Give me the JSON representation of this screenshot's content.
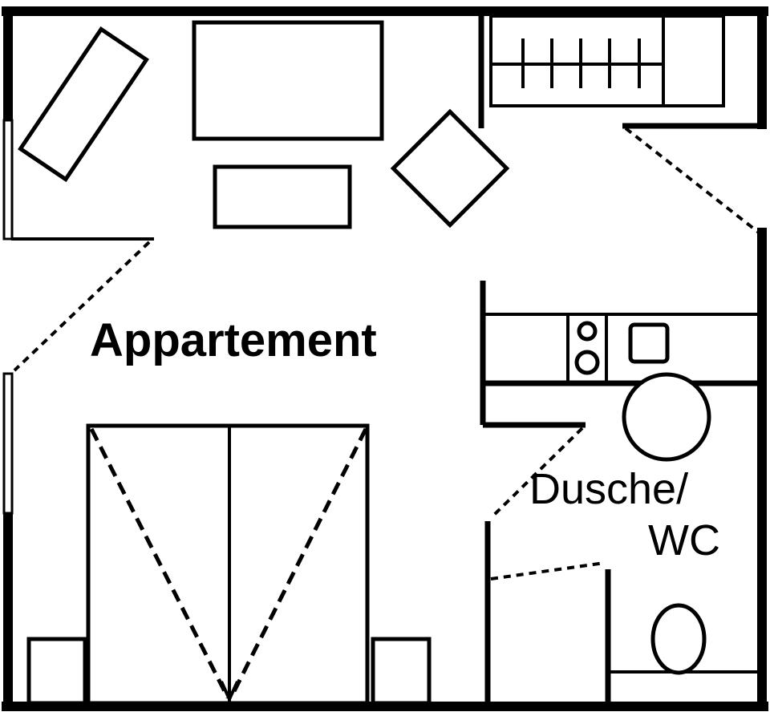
{
  "rooms": {
    "main_label": "Appartement",
    "bath_label_line1": "Dusche/",
    "bath_label_line2": "WC"
  },
  "colors": {
    "walls": "#000000",
    "background": "#ffffff"
  }
}
